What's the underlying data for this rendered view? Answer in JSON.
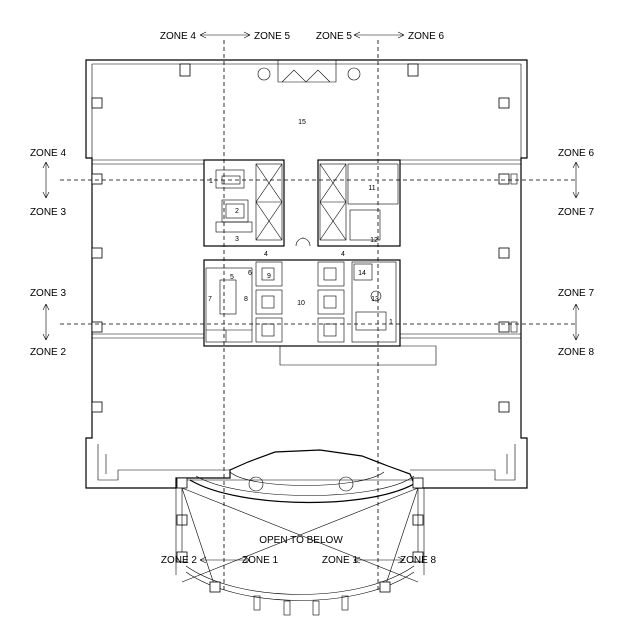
{
  "zones_top": [
    {
      "id": "z4",
      "text": "ZONE 4"
    },
    {
      "id": "z5a",
      "text": "ZONE 5"
    },
    {
      "id": "z5b",
      "text": "ZONE 5"
    },
    {
      "id": "z6",
      "text": "ZONE 6"
    }
  ],
  "zones_left": {
    "upper_top": "ZONE 4",
    "upper_bottom": "ZONE 3",
    "lower_top": "ZONE 3",
    "lower_bottom": "ZONE 2"
  },
  "zones_right": {
    "upper_top": "ZONE 6",
    "upper_bottom": "ZONE 7",
    "lower_top": "ZONE 7",
    "lower_bottom": "ZONE 8"
  },
  "zones_bottom": {
    "z2": "ZONE 2",
    "z1a": "ZONE 1",
    "z1b": "ZONE 1",
    "z8": "ZONE 8"
  },
  "open_to_below": "OPEN TO BELOW",
  "rooms": {
    "r1a": "1",
    "r1b": "1",
    "r2": "2",
    "r3": "3",
    "r4a": "4",
    "r4b": "4",
    "r5": "5",
    "r6": "6",
    "r7": "7",
    "r8": "8",
    "r9": "9",
    "r10": "10",
    "r11": "11",
    "r12": "12",
    "r13": "13",
    "r14": "14",
    "r15": "15"
  }
}
